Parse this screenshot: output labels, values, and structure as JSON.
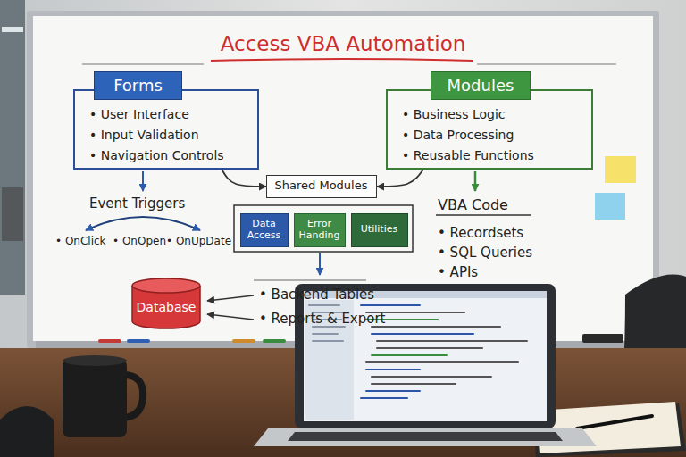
{
  "diagram": {
    "title": "Access VBA Automation",
    "nodes": [
      {
        "text": [
          "Forms",
          "• User Interface",
          "• Input Validation",
          "• Navigation Controls"
        ]
      },
      {
        "text": [
          "Modules",
          "• Business Logic",
          "• Data Processing",
          "• Reusable Functions"
        ]
      },
      {
        "text": [
          "Shared Modules"
        ]
      },
      {
        "text": [
          "Data Access"
        ],
        "in": 2
      },
      {
        "text": [
          "Error Handing"
        ],
        "in": 2
      },
      {
        "text": [
          "Utilities"
        ],
        "in": 2
      },
      {
        "text": [
          "Database"
        ]
      }
    ],
    "edges": [
      {
        "from": 0,
        "to": 2,
        "arrow": "to"
      },
      {
        "from": 1,
        "to": 2,
        "arrow": "to"
      }
    ],
    "labels": [
      "Event Triggers",
      "• OnClick",
      "• OnOpen",
      "• OnUpDate",
      "VBA Code",
      "• Recordsets",
      "• SQL Queries",
      "• APIs",
      "• Backend Tables",
      "• Reports & Export"
    ]
  }
}
